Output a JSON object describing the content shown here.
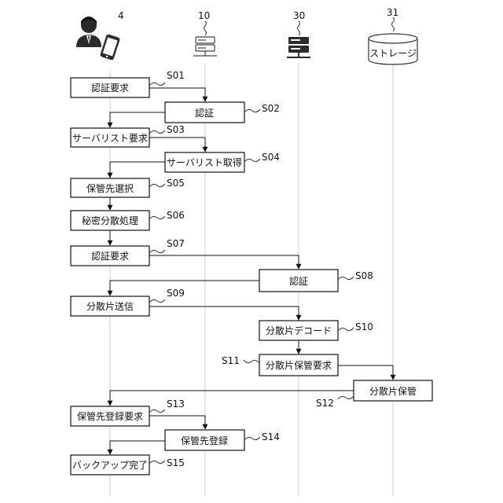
{
  "actors": [
    {
      "id": "user",
      "ref": "4"
    },
    {
      "id": "server10",
      "ref": "10"
    },
    {
      "id": "server30",
      "ref": "30"
    },
    {
      "id": "storage",
      "ref": "31",
      "label": "ストレージ"
    }
  ],
  "steps": [
    {
      "id": "s01",
      "code": "S01",
      "label": "認証要求"
    },
    {
      "id": "s02",
      "code": "S02",
      "label": "認証"
    },
    {
      "id": "s03",
      "code": "S03",
      "label": "サーバリスト要求"
    },
    {
      "id": "s04",
      "code": "S04",
      "label": "サーバリスト取得"
    },
    {
      "id": "s05",
      "code": "S05",
      "label": "保管先選択"
    },
    {
      "id": "s06",
      "code": "S06",
      "label": "秘密分散処理"
    },
    {
      "id": "s07",
      "code": "S07",
      "label": "認証要求"
    },
    {
      "id": "s08",
      "code": "S08",
      "label": "認証"
    },
    {
      "id": "s09",
      "code": "S09",
      "label": "分散片送信"
    },
    {
      "id": "s10",
      "code": "S10",
      "label": "分散片デコード"
    },
    {
      "id": "s11",
      "code": "S11",
      "label": "分散片保管要求"
    },
    {
      "id": "s12",
      "code": "S12",
      "label": "分散片保管"
    },
    {
      "id": "s13",
      "code": "S13",
      "label": "保管先登録要求"
    },
    {
      "id": "s14",
      "code": "S14",
      "label": "保管先登録"
    },
    {
      "id": "s15",
      "code": "S15",
      "label": "バックアップ完了"
    }
  ]
}
